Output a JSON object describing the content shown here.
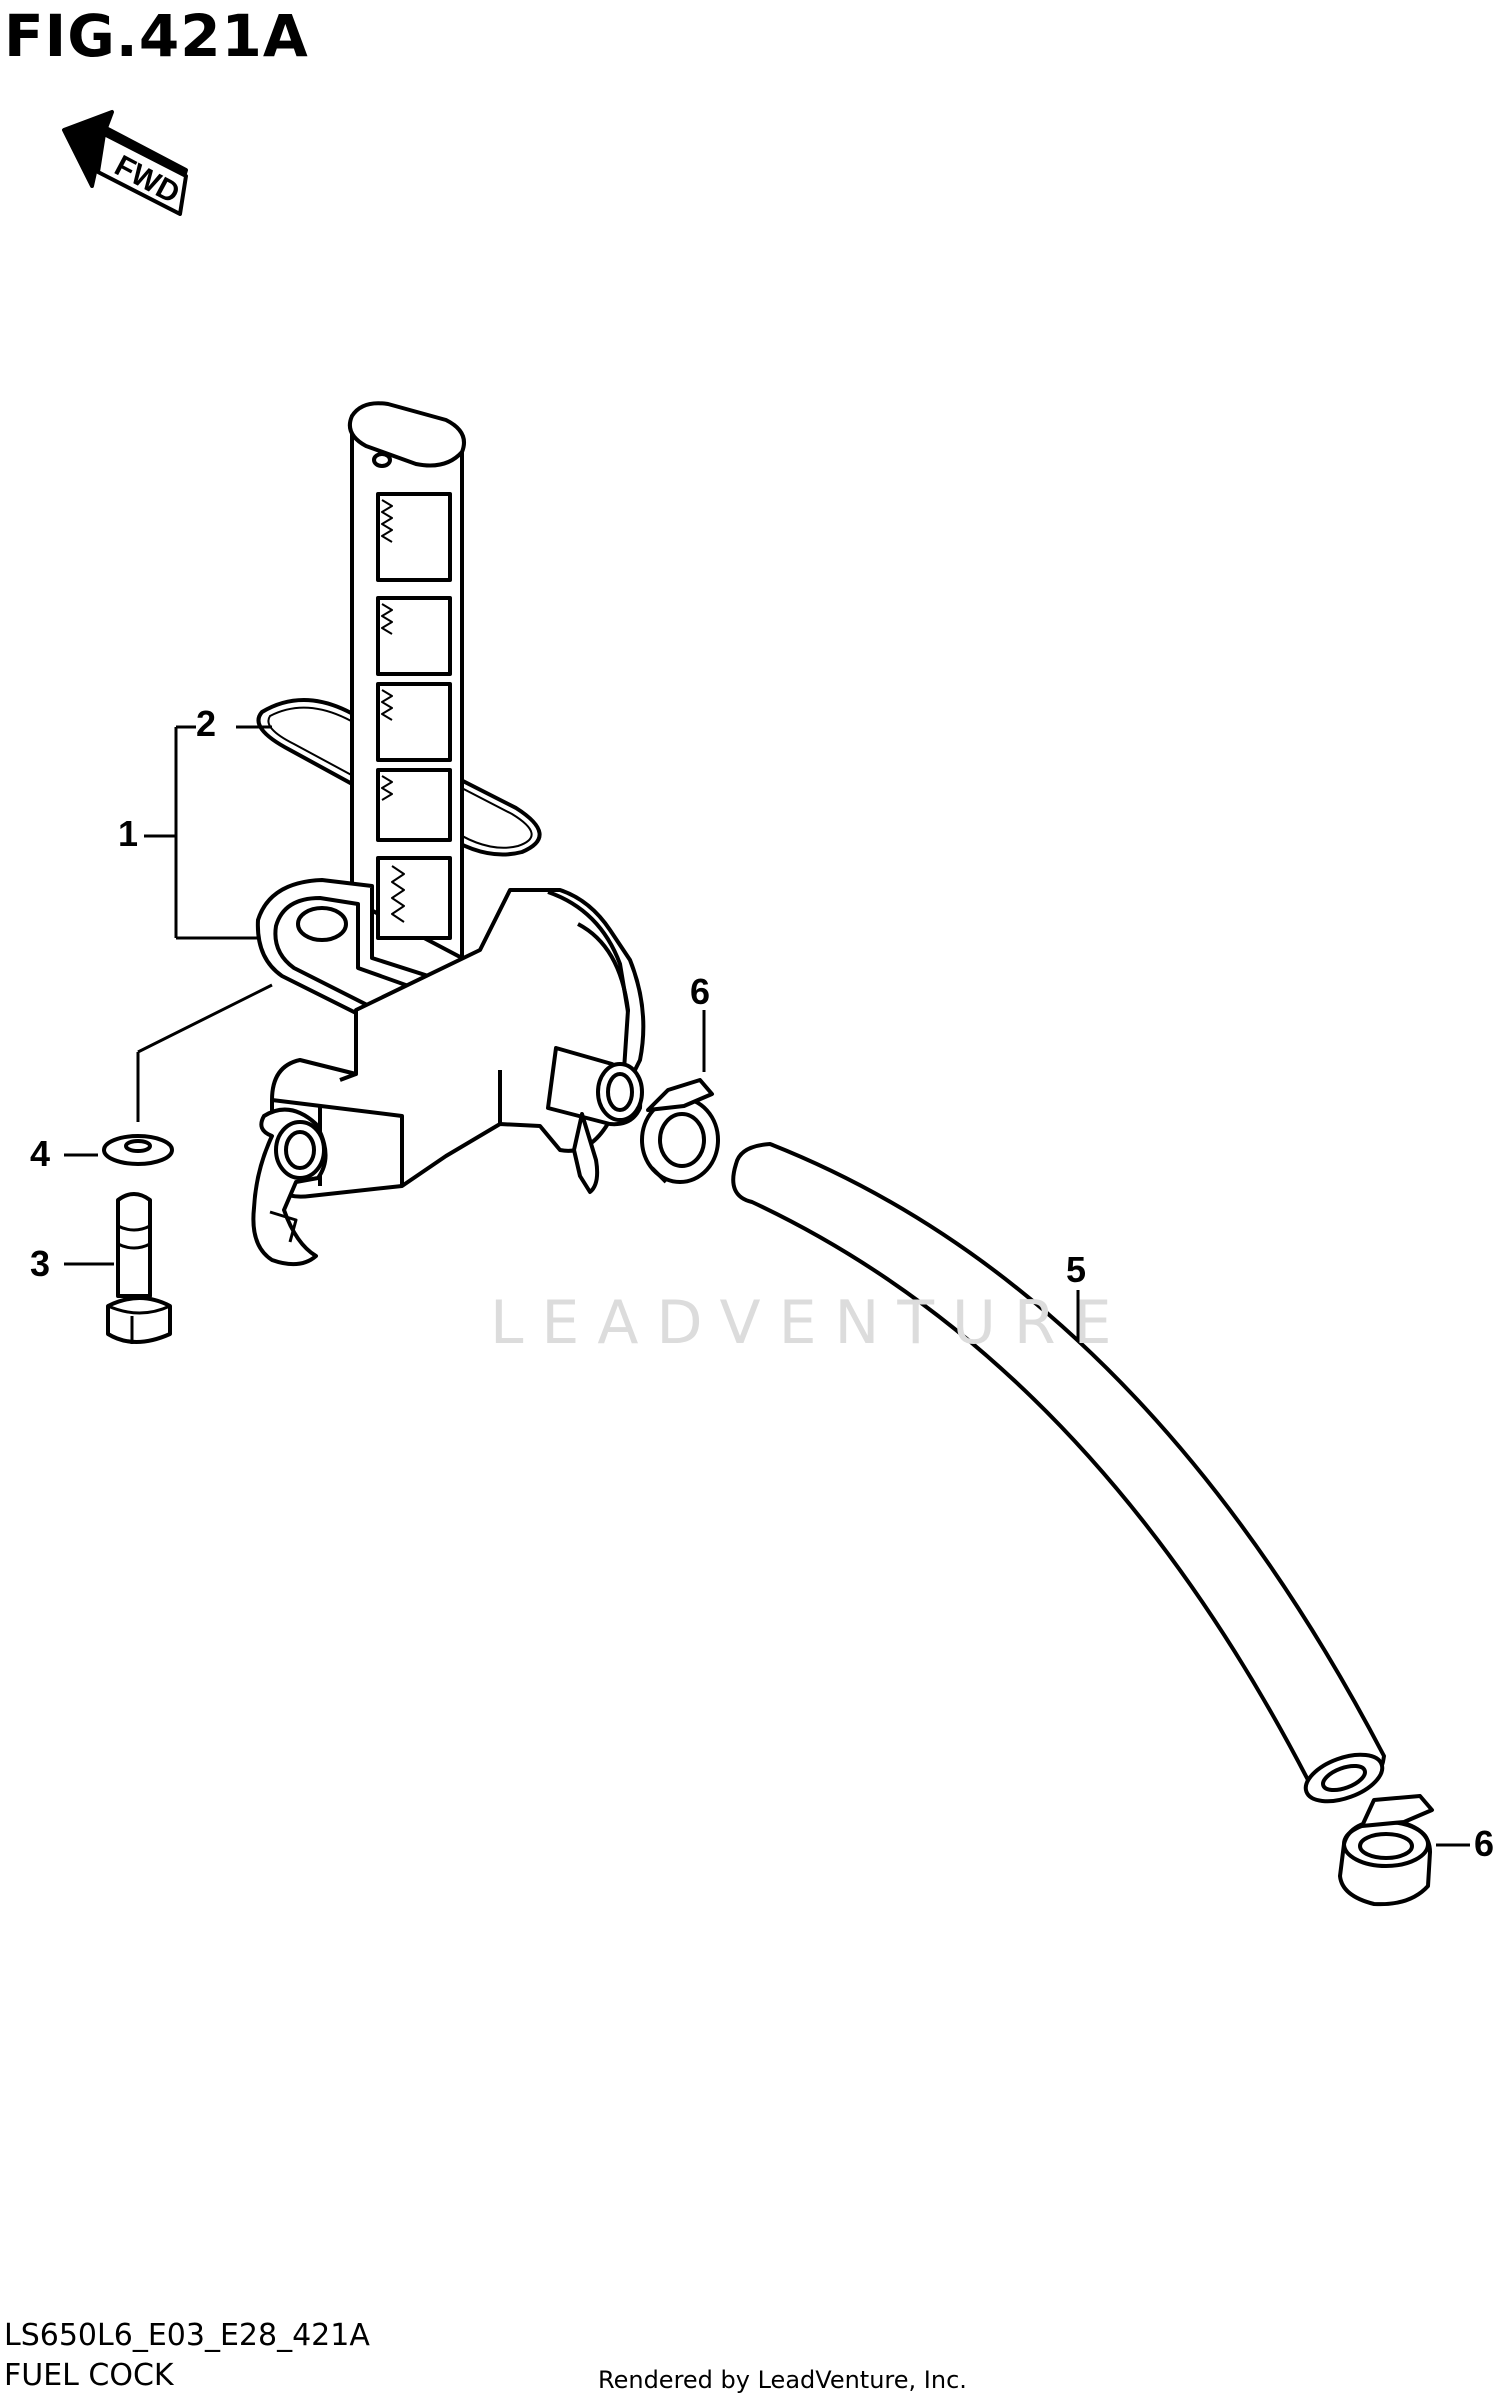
{
  "figure": {
    "title": "FIG.421A",
    "fwd_label": "FWD",
    "code": "LS650L6_E03_E28_421A",
    "caption": "FUEL COCK",
    "credit": "Rendered by LeadVenture, Inc.",
    "watermark": "LEADVENTURE"
  },
  "callouts": [
    {
      "id": "1",
      "label": "1"
    },
    {
      "id": "2",
      "label": "2"
    },
    {
      "id": "3",
      "label": "3"
    },
    {
      "id": "4",
      "label": "4"
    },
    {
      "id": "5",
      "label": "5"
    },
    {
      "id": "6a",
      "label": "6"
    },
    {
      "id": "6b",
      "label": "6"
    }
  ]
}
